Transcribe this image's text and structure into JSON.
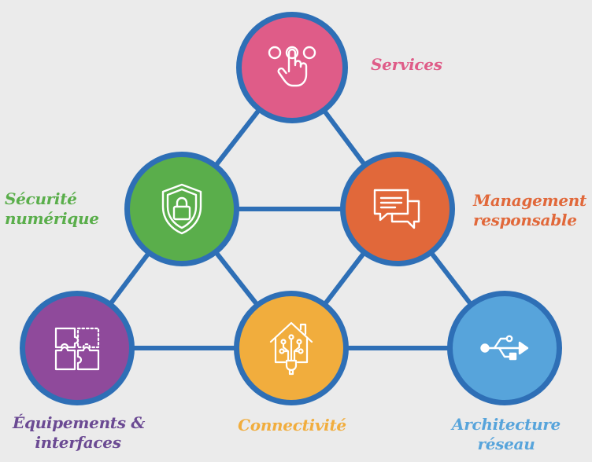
{
  "diagram": {
    "line_color": "#2e6fb6",
    "nodes": [
      {
        "id": "services",
        "icon": "hand-tap-icon",
        "fill": "#df5c88",
        "label_color": "#df5c88",
        "label_lines": [
          "Services"
        ]
      },
      {
        "id": "securite",
        "icon": "shield-lock-icon",
        "fill": "#5aae4b",
        "label_color": "#5aae4b",
        "label_lines": [
          "Sécurité",
          "numérique"
        ]
      },
      {
        "id": "management",
        "icon": "chat-bubbles-icon",
        "fill": "#e1683a",
        "label_color": "#e1683a",
        "label_lines": [
          "Management",
          "responsable"
        ]
      },
      {
        "id": "equipements",
        "icon": "puzzle-icon",
        "fill": "#8f4a9b",
        "label_color": "#6b4a93",
        "label_lines": [
          "Équipements &",
          "interfaces"
        ]
      },
      {
        "id": "connectivite",
        "icon": "smart-home-icon",
        "fill": "#f1ad3d",
        "label_color": "#f1ad3d",
        "label_lines": [
          "Connectivité"
        ]
      },
      {
        "id": "architecture",
        "icon": "usb-icon",
        "fill": "#57a4db",
        "label_color": "#57a4db",
        "label_lines": [
          "Architecture",
          "réseau"
        ]
      }
    ],
    "edges": [
      [
        "services",
        "securite"
      ],
      [
        "services",
        "management"
      ],
      [
        "securite",
        "management"
      ],
      [
        "securite",
        "equipements"
      ],
      [
        "securite",
        "connectivite"
      ],
      [
        "management",
        "connectivite"
      ],
      [
        "management",
        "architecture"
      ],
      [
        "equipements",
        "connectivite"
      ],
      [
        "connectivite",
        "architecture"
      ]
    ]
  }
}
